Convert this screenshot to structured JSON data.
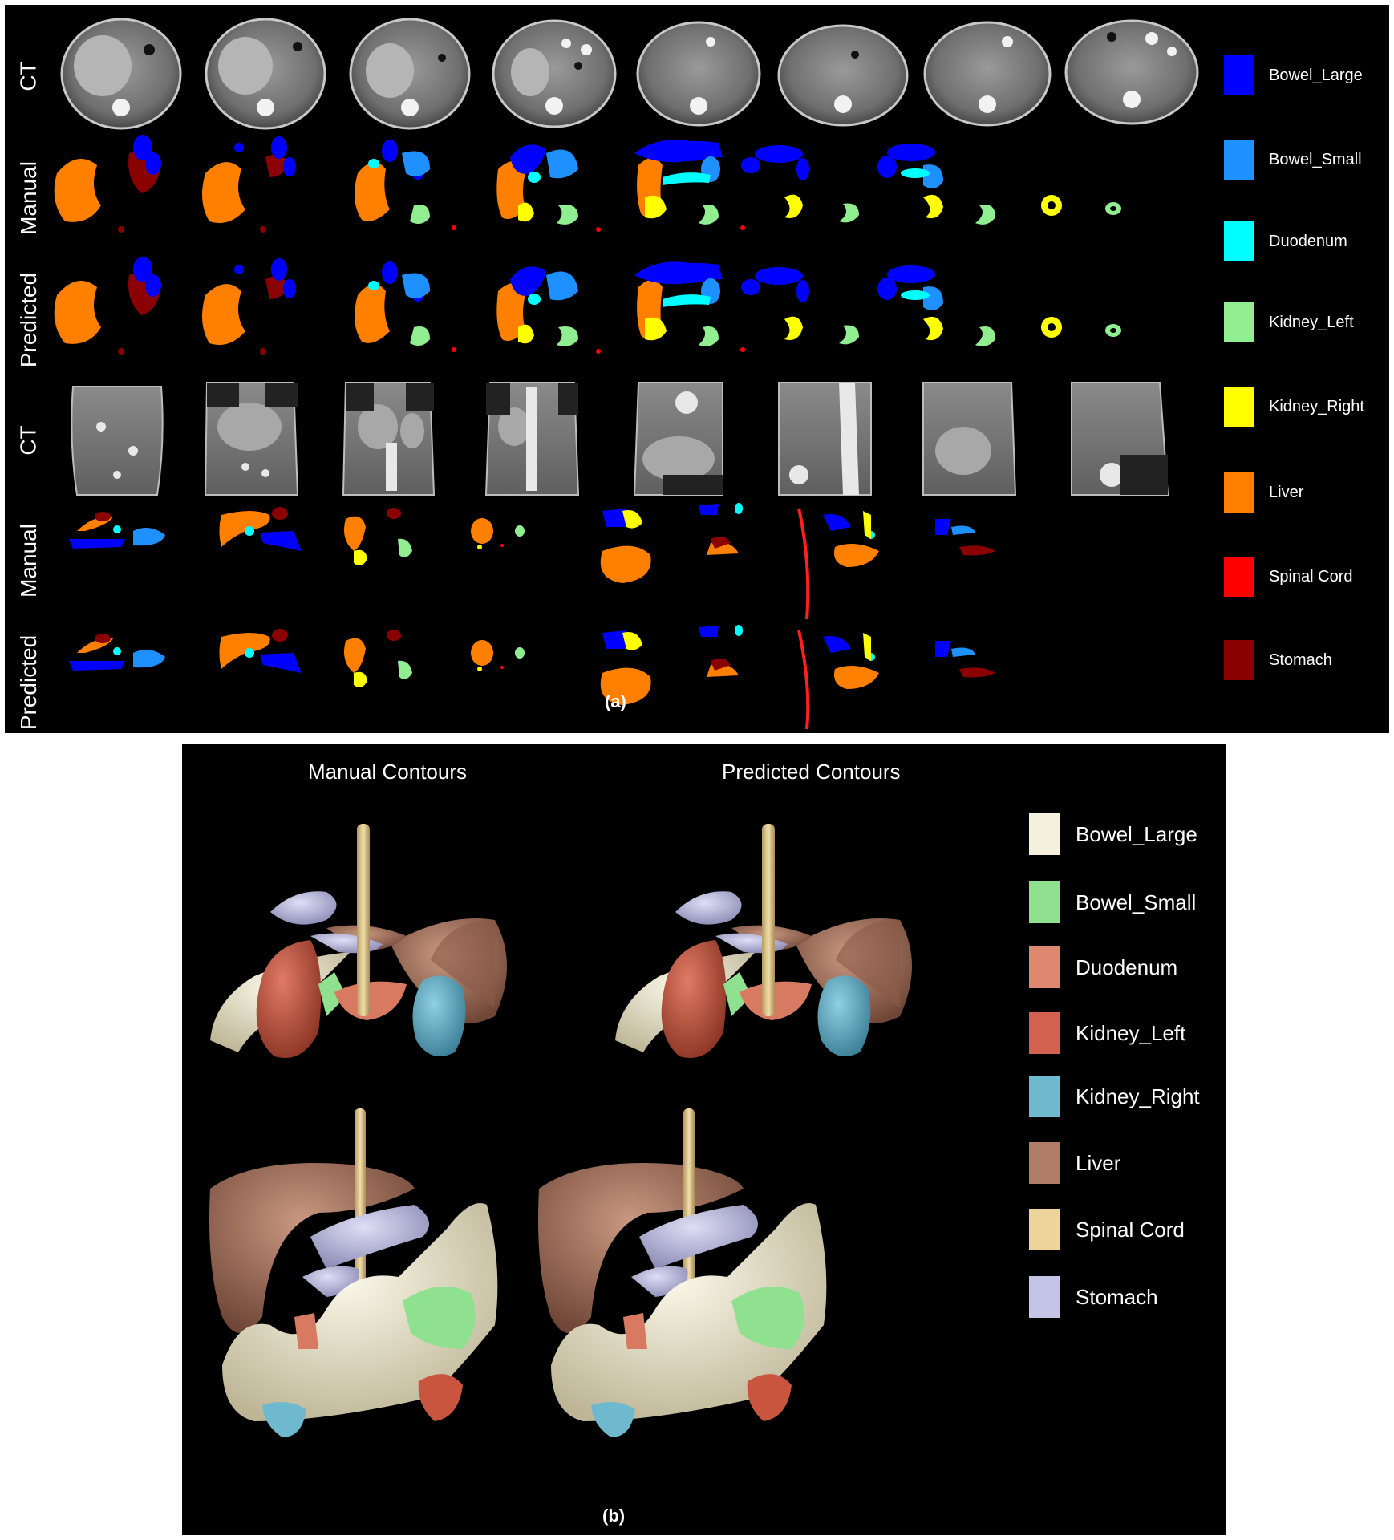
{
  "panel_a": {
    "caption": "(a)",
    "row_labels": [
      "CT",
      "Manual",
      "Predicted",
      "CT",
      "Manual",
      "Predicted"
    ],
    "legend": [
      {
        "label": "Bowel_Large",
        "color": "#0000ff"
      },
      {
        "label": "Bowel_Small",
        "color": "#1e90ff"
      },
      {
        "label": "Duodenum",
        "color": "#00ffff"
      },
      {
        "label": "Kidney_Left",
        "color": "#90ee90"
      },
      {
        "label": "Kidney_Right",
        "color": "#ffff00"
      },
      {
        "label": "Liver",
        "color": "#ff8000"
      },
      {
        "label": "Spinal Cord",
        "color": "#ff0000"
      },
      {
        "label": "Stomach",
        "color": "#8b0000"
      }
    ]
  },
  "panel_b": {
    "caption": "(b)",
    "column_titles": [
      "Manual Contours",
      "Predicted Contours"
    ],
    "legend": [
      {
        "label": "Bowel_Large",
        "color": "#f5f0dc"
      },
      {
        "label": "Bowel_Small",
        "color": "#8fe08f"
      },
      {
        "label": "Duodenum",
        "color": "#df8870"
      },
      {
        "label": "Kidney_Left",
        "color": "#d2614f"
      },
      {
        "label": "Kidney_Right",
        "color": "#6fb9cf"
      },
      {
        "label": "Liver",
        "color": "#b07c67"
      },
      {
        "label": "Spinal Cord",
        "color": "#ecd49b"
      },
      {
        "label": "Stomach",
        "color": "#c4c4e6"
      }
    ]
  }
}
